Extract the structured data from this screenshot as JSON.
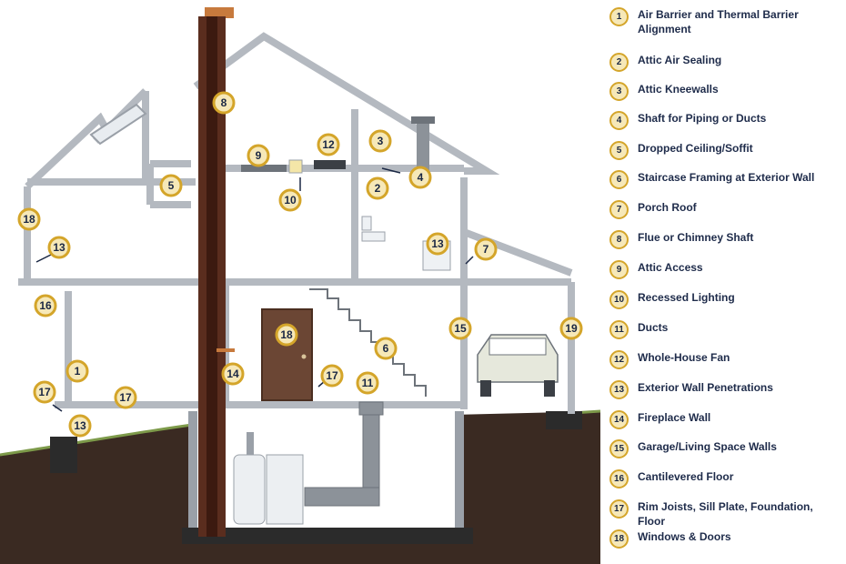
{
  "legend": [
    {
      "num": "1",
      "label": "Air Barrier and Thermal Barrier Alignment"
    },
    {
      "num": "2",
      "label": "Attic Air Sealing"
    },
    {
      "num": "3",
      "label": "Attic Kneewalls"
    },
    {
      "num": "4",
      "label": "Shaft for Piping or Ducts"
    },
    {
      "num": "5",
      "label": "Dropped Ceiling/Soffit"
    },
    {
      "num": "6",
      "label": "Staircase Framing at Exterior Wall"
    },
    {
      "num": "7",
      "label": "Porch Roof"
    },
    {
      "num": "8",
      "label": "Flue or Chimney Shaft"
    },
    {
      "num": "9",
      "label": "Attic Access"
    },
    {
      "num": "10",
      "label": "Recessed Lighting"
    },
    {
      "num": "11",
      "label": "Ducts"
    },
    {
      "num": "12",
      "label": "Whole-House Fan"
    },
    {
      "num": "13",
      "label": "Exterior Wall Penetrations"
    },
    {
      "num": "14",
      "label": "Fireplace Wall"
    },
    {
      "num": "15",
      "label": "Garage/Living Space Walls"
    },
    {
      "num": "16",
      "label": "Cantilevered Floor"
    },
    {
      "num": "17",
      "label": "Rim Joists, Sill Plate, Foundation, Floor"
    },
    {
      "num": "18",
      "label": "Windows & Doors"
    }
  ],
  "callouts": [
    "8",
    "9",
    "12",
    "3",
    "5",
    "10",
    "2",
    "4",
    "18",
    "13",
    "13",
    "7",
    "16",
    "15",
    "19",
    "18",
    "6",
    "1",
    "14",
    "17",
    "11",
    "17",
    "17",
    "13"
  ]
}
